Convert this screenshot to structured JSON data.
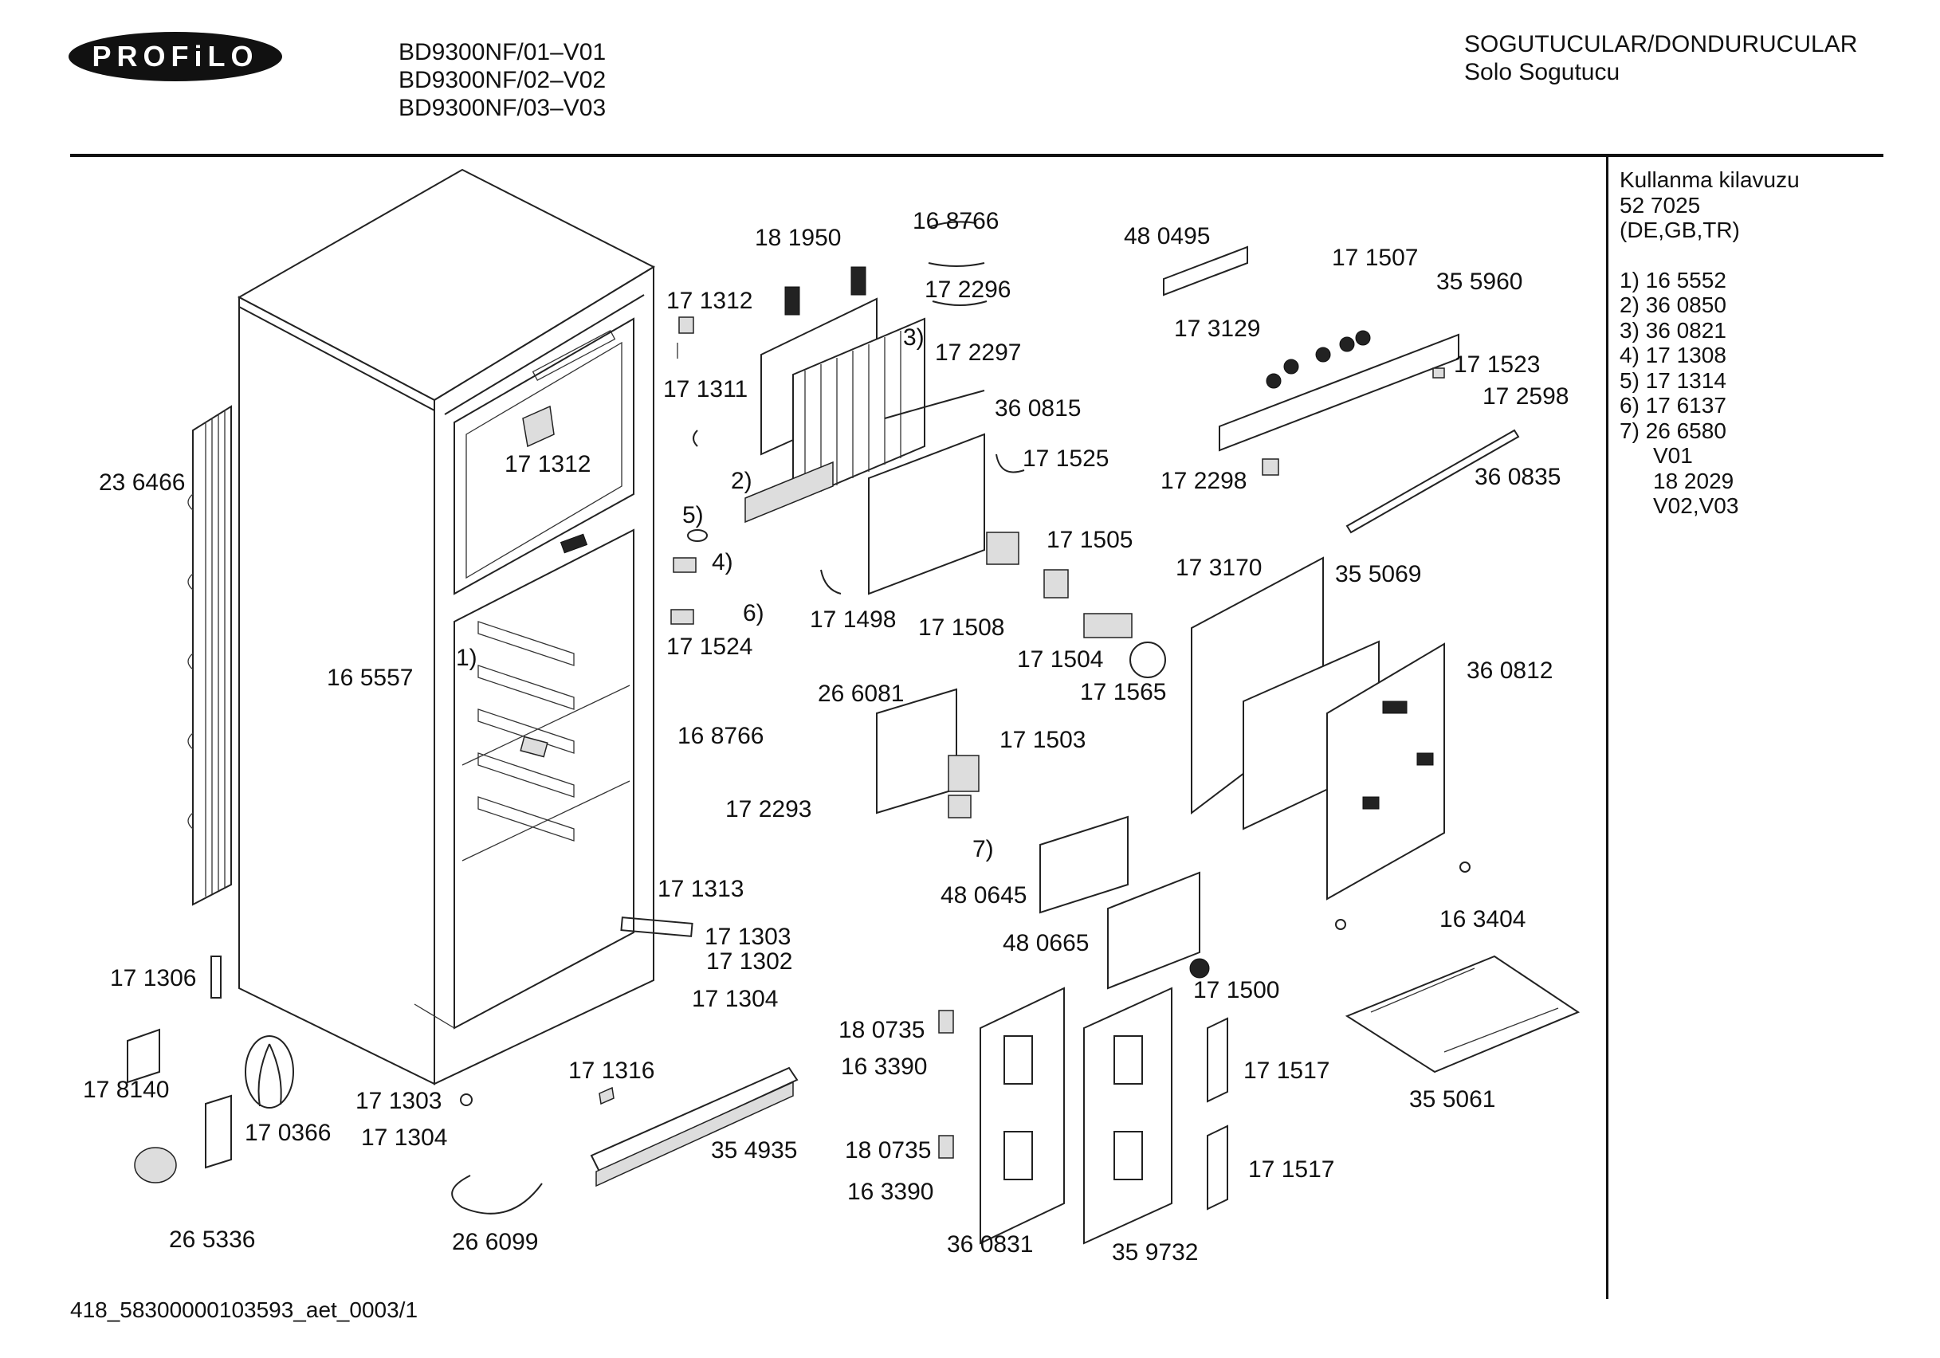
{
  "header": {
    "logo_text": "PROFiLO",
    "models": [
      "BD9300NF/01–V01",
      "BD9300NF/02–V02",
      "BD9300NF/03–V03"
    ],
    "category_line1": "SOGUTUCULAR/DONDURUCULAR",
    "category_line2": "Solo Sogutucu"
  },
  "sidebar": {
    "title": "Kullanma kilavuzu",
    "manual_number": "52 7025",
    "languages": "(DE,GB,TR)",
    "footnotes": [
      "1) 16 5552",
      "2) 36 0850",
      "3) 36 0821",
      "4) 17 1308",
      "5) 17 1314",
      "6) 17 6137",
      "7) 26 6580"
    ],
    "notes": [
      "V01",
      "18 2029",
      "V02,V03"
    ]
  },
  "footer": {
    "code": "418_58300000103593_aet_0003/1"
  },
  "callouts": {
    "c181950": "18 1950",
    "c168766a": "16 8766",
    "c171312a": "17 1312",
    "c172296": "17 2296",
    "c3": "3)",
    "c172297": "17 2297",
    "c171311": "17 1311",
    "c360815": "36 0815",
    "c171312b": "17 1312",
    "c236466": "23 6466",
    "c2": "2)",
    "c171525": "17 1525",
    "c5": "5)",
    "c4": "4)",
    "c6": "6)",
    "c171524": "17 1524",
    "c171498": "17 1498",
    "c171508": "17 1508",
    "c171505": "17 1505",
    "c173170": "17 3170",
    "c171504": "17 1504",
    "c171565": "17 1565",
    "c165557": "16 5557",
    "c1": "1)",
    "c480495": "48 0495",
    "c171507": "17 1507",
    "c355960": "35 5960",
    "c173129": "17 3129",
    "c171523": "17 1523",
    "c172598": "17 2598",
    "c172298": "17 2298",
    "c360835": "36 0835",
    "c355069": "35 5069",
    "c360812": "36 0812",
    "c266081": "26 6081",
    "c171503": "17 1503",
    "c168766b": "16 8766",
    "c172293": "17 2293",
    "c7": "7)",
    "c480645": "48 0645",
    "c171313": "17 1313",
    "c171303a": "17 1303",
    "c171302": "17 1302",
    "c171304a": "17 1304",
    "c480665": "48 0665",
    "c171306": "17 1306",
    "c163404": "16 3404",
    "c171500": "17 1500",
    "c180735a": "18 0735",
    "c163390a": "16 3390",
    "c171517a": "17 1517",
    "c178140": "17 8140",
    "c171316": "17 1316",
    "c355061": "35 5061",
    "c171303b": "17 1303",
    "c170366": "17 0366",
    "c171304b": "17 1304",
    "c354935": "35 4935",
    "c180735b": "18 0735",
    "c171517b": "17 1517",
    "c163390b": "16 3390",
    "c265336": "26 5336",
    "c266099": "26 6099",
    "c360831": "36 0831",
    "c359732": "35 9732"
  }
}
